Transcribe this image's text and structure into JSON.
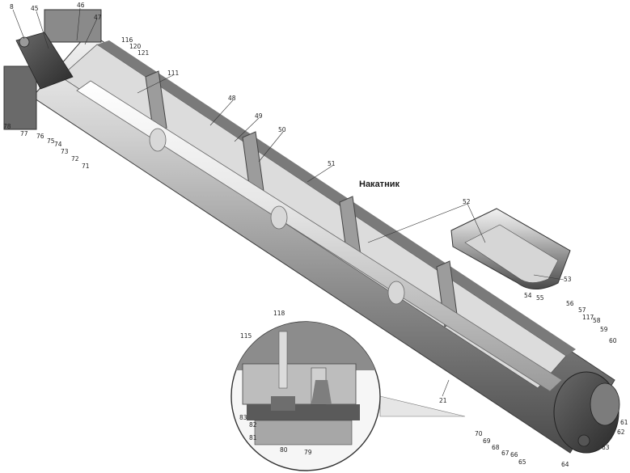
{
  "diagram": {
    "title": "Накатник",
    "labels": [
      "8",
      "45",
      "46",
      "47",
      "116",
      "120",
      "121",
      "111",
      "48",
      "49",
      "50",
      "51",
      "52",
      "53",
      "54",
      "55",
      "56",
      "57",
      "117",
      "58",
      "59",
      "60",
      "61",
      "62",
      "63",
      "64",
      "65",
      "66",
      "67",
      "68",
      "69",
      "70",
      "21",
      "71",
      "72",
      "73",
      "74",
      "75",
      "76",
      "77",
      "78",
      "118",
      "115",
      "83",
      "82",
      "81",
      "80",
      "79"
    ]
  }
}
